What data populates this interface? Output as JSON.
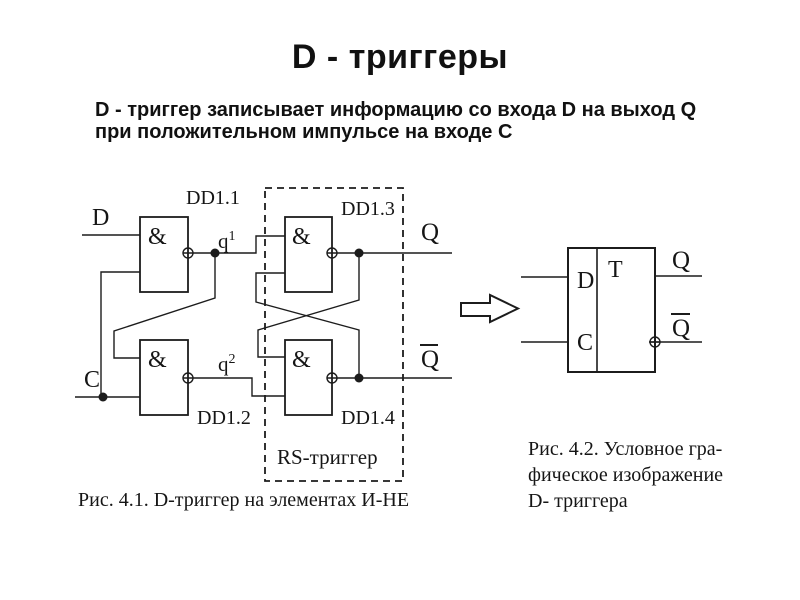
{
  "title": "D - триггеры",
  "subtitle": {
    "line1": "D - триггер записывает информацию со входа D на выход Q",
    "line2": "при положительном импульсе на входе C"
  },
  "figure1": {
    "caption": "Рис. 4.1. D-триггер на элементах И-НЕ",
    "gate_symbol": "&",
    "gate_labels": {
      "dd11": "DD1.1",
      "dd12": "DD1.2",
      "dd13": "DD1.3",
      "dd14": "DD1.4"
    },
    "signal_labels": {
      "d": "D",
      "c": "C",
      "q": "Q",
      "q_bar": "Q",
      "q1_base": "q",
      "q1_sup": "1",
      "q2_base": "q",
      "q2_sup": "2"
    },
    "rs_trigger_label": "RS-триггер"
  },
  "figure2": {
    "caption_line1": "Рис. 4.2. Условное гра-",
    "caption_line2": "фическое изображение",
    "caption_line3": "D- триггера",
    "labels": {
      "d": "D",
      "c": "C",
      "t": "T",
      "q": "Q",
      "q_bar": "Q"
    }
  },
  "colors": {
    "ink": "#1c1c1c",
    "background": "#ffffff",
    "text": "#111111"
  }
}
